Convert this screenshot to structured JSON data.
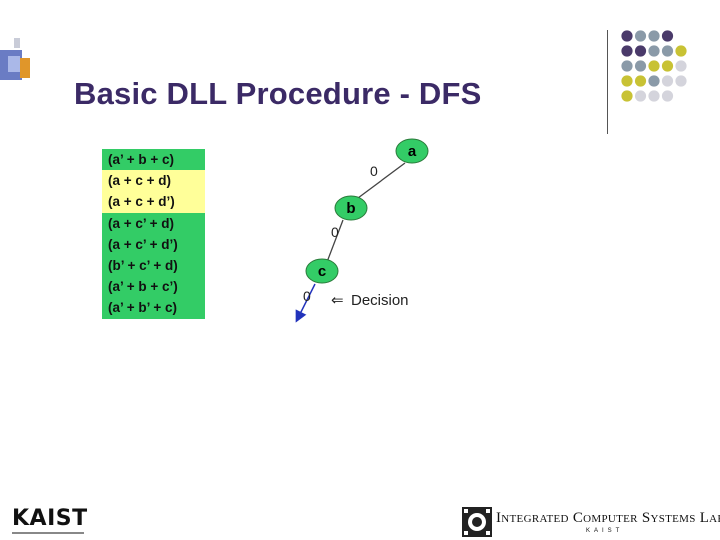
{
  "slide": {
    "title": "Basic DLL Procedure - DFS"
  },
  "clauses": [
    {
      "text": "(a’ + b + c)",
      "state": "satisfied"
    },
    {
      "text": "(a + c + d)",
      "state": "active"
    },
    {
      "text": "(a + c + d’)",
      "state": "active"
    },
    {
      "text": "(a + c’ + d)",
      "state": "satisfied"
    },
    {
      "text": "(a + c’ + d’)",
      "state": "satisfied"
    },
    {
      "text": "(b’ + c’ + d)",
      "state": "satisfied"
    },
    {
      "text": "(a’ + b + c’)",
      "state": "satisfied"
    },
    {
      "text": "(a’ + b’ + c)",
      "state": "satisfied"
    }
  ],
  "tree": {
    "nodes": [
      {
        "id": "a",
        "label": "a"
      },
      {
        "id": "b",
        "label": "b"
      },
      {
        "id": "c",
        "label": "c"
      }
    ],
    "edges": [
      {
        "from": "a",
        "to": "b",
        "label": "0"
      },
      {
        "from": "b",
        "to": "c",
        "label": "0"
      },
      {
        "from": "c",
        "to": "next",
        "label": "0"
      }
    ],
    "legend": {
      "symbol": "⇐",
      "text": "Decision"
    }
  },
  "colors": {
    "satisfied": "#33cc66",
    "active": "#ffff99",
    "node_fill": "#33cc66",
    "edge": "#444444",
    "decision_edge": "#2233bb",
    "title": "#3b2a66"
  },
  "footer": {
    "left_logo": "KAIST",
    "lab_name": "Integrated Computer Systems Lab",
    "lab_sub": "KAIST"
  },
  "decoration": {
    "dot_colors": [
      "#4a3a6a",
      "#8a9aa8",
      "#c8c234",
      "#d4d4dc"
    ]
  }
}
